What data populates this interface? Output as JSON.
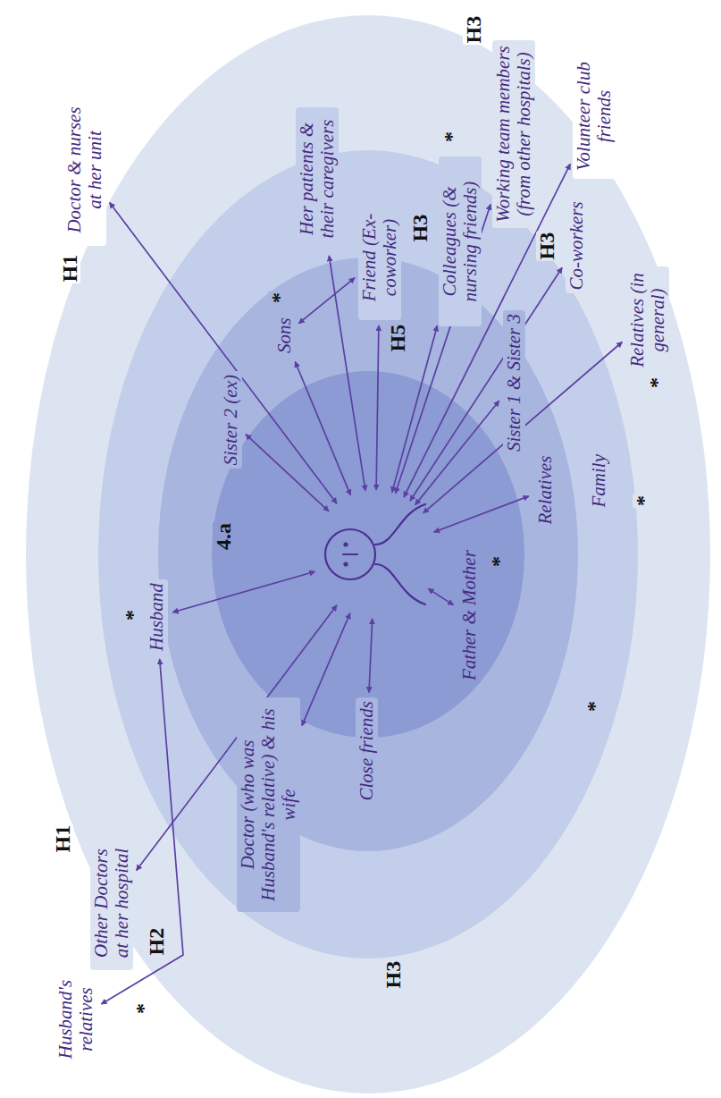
{
  "diagram": {
    "nodes": [
      {
        "text": [
          "Doctor & nurses at her unit"
        ]
      },
      {
        "text": [
          "Her patients & their caregivers"
        ]
      },
      {
        "text": [
          "Working team members (from other hospitals)"
        ]
      },
      {
        "text": [
          "Volunteer club friends"
        ]
      },
      {
        "text": [
          "Colleagues (& nursing friends)"
        ]
      },
      {
        "text": [
          "Co-workers"
        ]
      },
      {
        "text": [
          "Relatives (in general)"
        ]
      },
      {
        "text": [
          "Friend (Ex-coworker)"
        ]
      },
      {
        "text": [
          "Sons"
        ]
      },
      {
        "text": [
          "Sister 1 & Sister 3"
        ]
      },
      {
        "text": [
          "Sister 2 (ex)"
        ]
      },
      {
        "text": [
          "Father & Mother"
        ]
      },
      {
        "text": [
          "Relatives"
        ]
      },
      {
        "text": [
          "Family"
        ]
      },
      {
        "text": [
          "Husband"
        ]
      },
      {
        "text": [
          "Close friends"
        ]
      },
      {
        "text": [
          "Doctor (who was Husband's relative) & his wife"
        ]
      },
      {
        "text": [
          "Other Doctors at her hospital"
        ]
      },
      {
        "text": [
          "Husband's relatives"
        ]
      }
    ],
    "edges": [
      {
        "from": 8,
        "to": 7,
        "arrow": "both"
      },
      {
        "from": 14,
        "to": 18,
        "arrow": "both"
      }
    ],
    "labels": [
      "H3",
      "H1",
      "H3",
      "H3",
      "H5",
      "4.a",
      "H1",
      "H2",
      "H3",
      "*",
      "*",
      "*",
      "*",
      "*",
      "*",
      "*",
      "*"
    ]
  }
}
